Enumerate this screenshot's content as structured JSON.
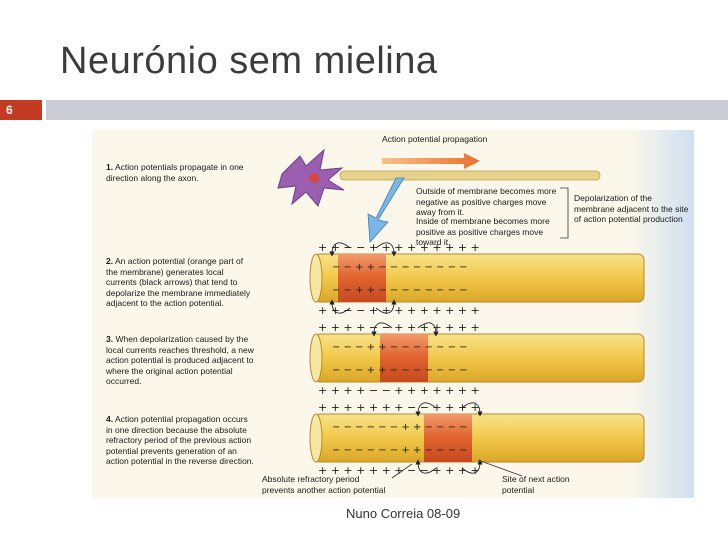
{
  "slide": {
    "title": "Neurónio sem mielina",
    "number": "6",
    "footer": "Nuno Correia 08-09"
  },
  "figure": {
    "propagation_label": "Action potential propagation",
    "steps": [
      {
        "num": "1.",
        "text": "Action potentials propagate in one direction along the axon."
      },
      {
        "num": "2.",
        "text": "An action potential (orange part of the membrane) generates local currents (black arrows) that tend to depolarize the membrane immediately adjacent to the action potential."
      },
      {
        "num": "3.",
        "text": "When depolarization caused by the local currents reaches threshold, a new action potential is produced adjacent to where the original action potential occurred."
      },
      {
        "num": "4.",
        "text": "Action potential propagation occurs in one direction because the absolute refractory period of the previous action potential prevents generation of an action potential in the reverse direction."
      }
    ],
    "callout_outside": "Outside of membrane becomes more negative as positive charges move away from it.",
    "callout_inside": "Inside of membrane becomes more positive as positive charges move toward it.",
    "callout_depolarization": "Depolarization of the membrane adjacent to the site of action potential production",
    "label_refractory": "Absolute refractory period prevents another action potential",
    "label_next_site": "Site of next action potential"
  }
}
